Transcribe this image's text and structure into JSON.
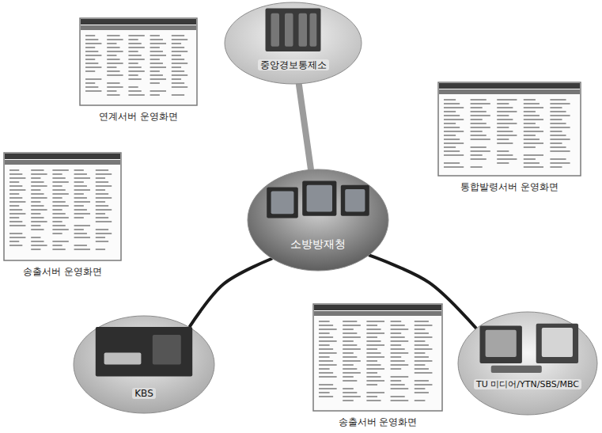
{
  "diagram": {
    "nodes": [
      {
        "text": [
          "중앙경보통제소"
        ]
      },
      {
        "text": [
          "연계서버 운영화면"
        ]
      },
      {
        "text": [
          "통합발령서버 운영화면"
        ]
      },
      {
        "text": [
          "송출서버 운영화면"
        ]
      },
      {
        "text": [
          "소방방재청"
        ]
      },
      {
        "text": [
          "KBS"
        ]
      },
      {
        "text": [
          "송출서버 운영화면"
        ]
      },
      {
        "text": [
          "TU 미디어/YTN/SBS/MBC"
        ]
      }
    ],
    "edges": [
      {
        "from": 0,
        "to": 4,
        "arrow": "none"
      },
      {
        "from": 4,
        "to": 5,
        "arrow": "none"
      },
      {
        "from": 4,
        "to": 7,
        "arrow": "none"
      }
    ]
  }
}
